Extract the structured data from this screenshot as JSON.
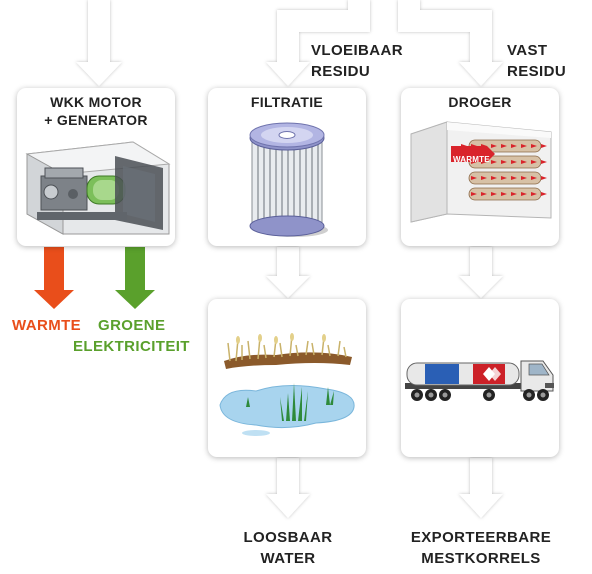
{
  "nodes": {
    "wkk": {
      "title_line1": "WKK MOTOR",
      "title_line2": "+ GENERATOR"
    },
    "filtratie": {
      "title": "FILTRATIE"
    },
    "droger": {
      "title": "DROGER",
      "heat_label": "WARMTE"
    }
  },
  "flows": {
    "vloeibaar_residu": {
      "line1": "VLOEIBAAR",
      "line2": "RESIDU"
    },
    "vast_residu": {
      "line1": "VAST",
      "line2": "RESIDU"
    }
  },
  "outputs": {
    "warmte": {
      "label": "WARMTE",
      "color": "#e94e1b"
    },
    "groene_elektriciteit": {
      "line1": "GROENE",
      "line2": "ELEKTRICITEIT",
      "color": "#5aa02c"
    },
    "loosbaar_water": {
      "line1": "LOOSBAAR",
      "line2": "WATER"
    },
    "exporteerbare_mestkorrels": {
      "line1": "EXPORTEERBARE",
      "line2": "MESTKORRELS"
    }
  },
  "colors": {
    "arrow": "#ffffff",
    "arrow_outline": "#d6d6d6",
    "text": "#222222"
  }
}
